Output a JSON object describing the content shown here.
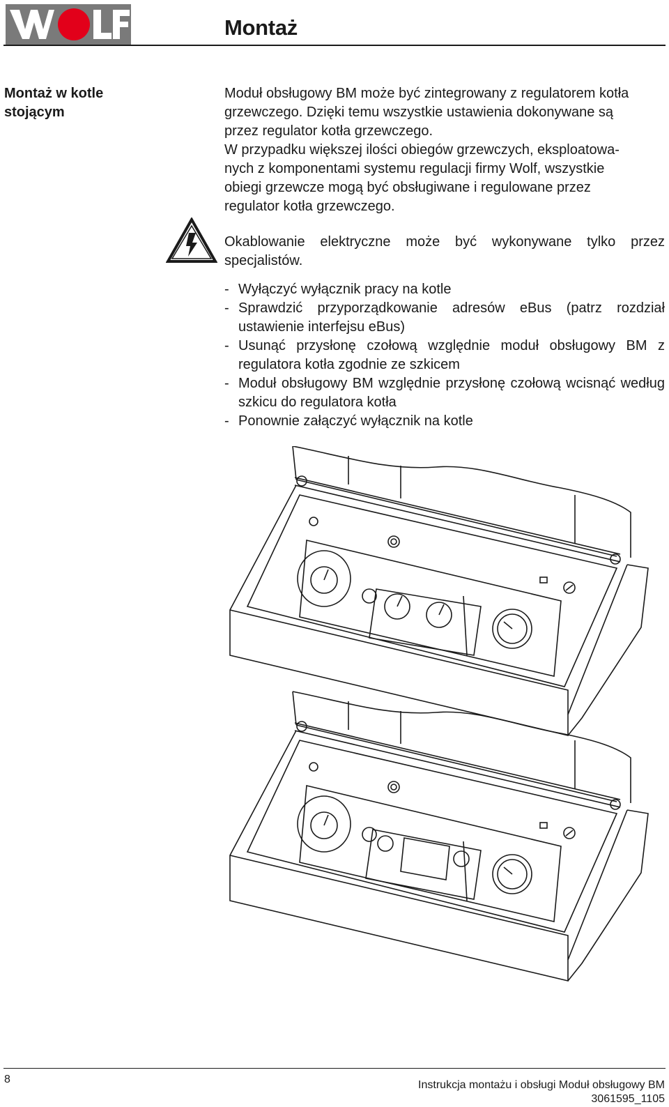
{
  "header": {
    "logo_text": "WOLF",
    "title": "Montaż"
  },
  "section": {
    "heading_line1": "Montaż w kotle",
    "heading_line2": "stojącym"
  },
  "intro_lines": [
    "Moduł obsługowy BM może być zintegrowany z regulatorem kotła",
    "grzewczego. Dzięki temu wszystkie ustawienia dokonywane są",
    "przez regulator kotła grzewczego.",
    "W przypadku większej ilości obiegów grzewczych, eksploatowa-",
    "nych z komponentami systemu regulacji firmy Wolf, wszystkie",
    "obiegi grzewcze mogą być obsługiwane i regulowane przez",
    "regulator kotła grzewczego."
  ],
  "warning": {
    "icon": "high-voltage-warning-icon",
    "text": "Okablowanie elektryczne może być wykonywane tylko przez specjalistów."
  },
  "steps": [
    "Wyłączyć wyłącznik pracy na kotle",
    "Sprawdzić przyporządkowanie adresów eBus (patrz rozdział ustawienie interfejsu eBus)",
    "Usunąć  przysłonę czołową względnie moduł obsługowy BM z regulatora kotła zgodnie ze szkicem",
    "Moduł obsługowy BM względnie przysłonę czołową wcisnąć według szkicu do regulatora kotła",
    "Ponownie załączyć wyłącznik na kotle"
  ],
  "footer": {
    "page_number": "8",
    "doc_title": "Instrukcja montażu i obsługi Moduł obsługowy BM",
    "doc_code": "3061595_1105"
  },
  "colors": {
    "logo_grey": "#7a7a7a",
    "logo_red": "#e2001a",
    "text": "#1a1a1a"
  }
}
